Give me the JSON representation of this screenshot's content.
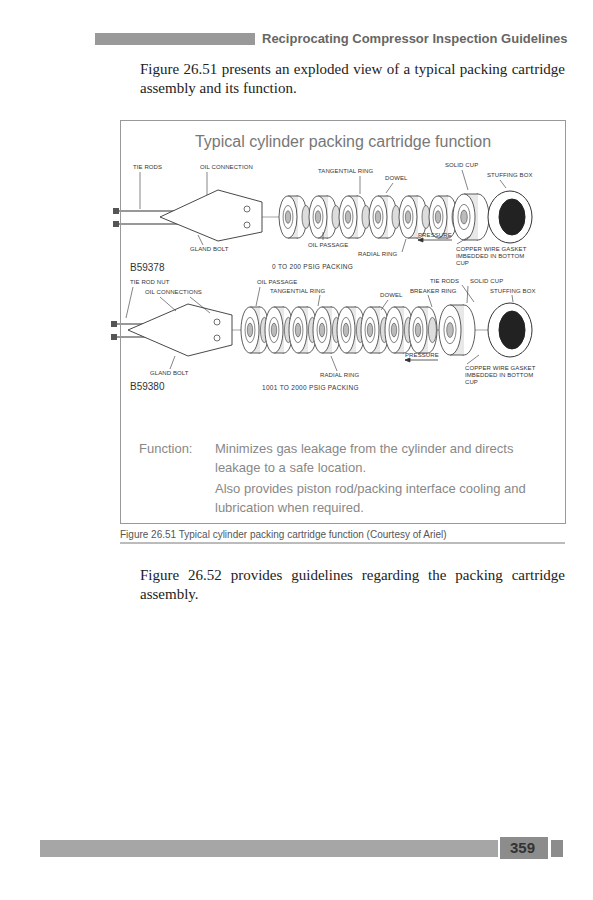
{
  "diagram": {
    "caption": "Figure 26.51 Typical cylinder packing cartridge function (Courtesy of Ariel)",
    "nodes": [
      {
        "text": [
          "Typical cylinder packing cartridge function",
          "Function:",
          "Minimizes gas leakage from the cylinder and directs leakage to a safe location.",
          "Also provides piston rod/packing interface cooling and lubrication when required."
        ]
      }
    ],
    "labels": [
      "Reciprocating Compressor Inspection Guidelines",
      "Figure 26.51 presents an exploded view of a typical packing cartridge assembly and its function.",
      "TIE RODS",
      "OIL CONNECTION",
      "TANGENTIAL RING",
      "DOWEL",
      "SOLID CUP",
      "STUFFING BOX",
      "GLAND BOLT",
      "OIL PASSAGE",
      "RADIAL RING",
      "PRESSURE",
      "COPPER WIRE GASKET IMBEDDED IN BOTTOM CUP",
      "B59378",
      "0 TO 200 PSIG PACKING",
      "TIE ROD NUT",
      "OIL CONNECTIONS",
      "OIL PASSAGE",
      "TANGENTIAL RING",
      "DOWEL",
      "TIE RODS",
      "BREAKER RING",
      "SOLID CUP",
      "STUFFING BOX",
      "GLAND BOLT",
      "RADIAL RING",
      "PRESSURE",
      "COPPER WIRE GASKET IMBEDDED IN BOTTOM CUP",
      "B59380",
      "1001 TO 2000 PSIG PACKING",
      "Figure 26.52 provides guidelines regarding the packing cartridge assembly.",
      "359"
    ]
  }
}
